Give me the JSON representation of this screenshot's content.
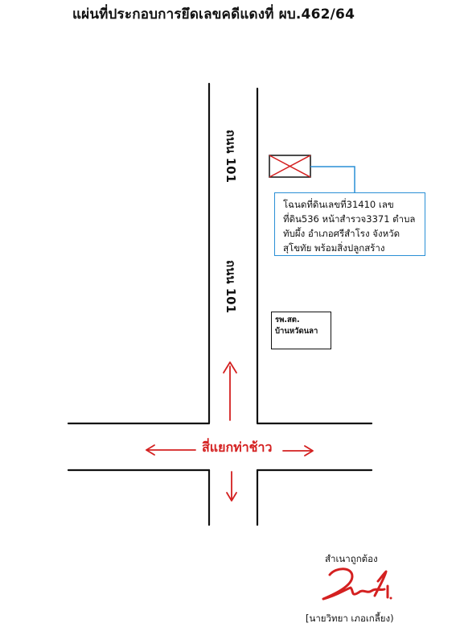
{
  "header": {
    "title": "แผ่นที่ประกอบการยึดเลขคดีแดงที่ ผบ.462/64"
  },
  "roads": {
    "label_top": "ถนน 101",
    "label_middle": "ถนน 101",
    "junction_label": "สี่แยกท่าช้าว"
  },
  "property_note": {
    "lines": [
      "โฉนดที่ดินเลขที่31410 เลข",
      "ที่ดิน536 หน้าสำรวจ3371 ตำบล",
      "ทับผึ้ง อำเภอศรีสำโรง จังหวัด",
      "สุโขทัย พร้อมสิ่งปลูกสร้าง"
    ]
  },
  "landmark": {
    "lines": [
      "รพ.สต.",
      "บ้านหวัดนลา"
    ]
  },
  "certification": {
    "certified_text": "สำเนาถูกต้อง",
    "signer_name": "[นายวิทยา เภอเกลี้ยง)"
  },
  "colors": {
    "road_lines": "#111111",
    "arrows": "#d42020",
    "callout": "#2a8fd6",
    "marker": "#d42020",
    "signature": "#d42020"
  }
}
